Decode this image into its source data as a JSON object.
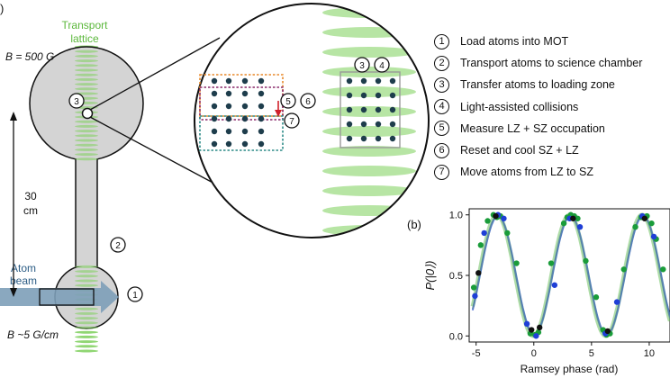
{
  "panel_a": {
    "panel_label": ")",
    "lattice_label_line1": "Transport",
    "lattice_label_line2": "lattice",
    "b_top": "B = 500 G",
    "b_bottom": "B ~5 G/cm",
    "distance_value": "30",
    "distance_unit": "cm",
    "beam_label_line1": "Atom",
    "beam_label_line2": "beam",
    "markers": {
      "mot": "1",
      "transport": "2",
      "loading": "3",
      "zoom_3": "3",
      "zoom_4": "4",
      "zoom_5": "5",
      "zoom_6": "6",
      "zoom_7": "7"
    },
    "colors": {
      "lattice_green": "#7ccf5a",
      "chamber_gray": "#d4d4d4",
      "beam_blue": "#7d9fb8",
      "atom_dark": "#1e3d4c",
      "orange_dash": "#e88a2c",
      "purple_dash": "#8a2a6a",
      "teal_dash": "#2e8c88",
      "red_arrow": "#d0202a"
    }
  },
  "legend": {
    "items": [
      {
        "num": "1",
        "text": "Load atoms into MOT"
      },
      {
        "num": "2",
        "text": "Transport atoms to science chamber"
      },
      {
        "num": "3",
        "text": "Transfer atoms to loading zone"
      },
      {
        "num": "4",
        "text": "Light-assisted collisions"
      },
      {
        "num": "5",
        "text": "Measure LZ + SZ occupation"
      },
      {
        "num": "6",
        "text": "Reset and cool SZ + LZ"
      },
      {
        "num": "7",
        "text": "Move atoms from LZ to SZ"
      }
    ]
  },
  "panel_b": {
    "panel_label": "(b)",
    "chart_data": {
      "type": "scatter",
      "xlabel": "Ramsey phase (rad)",
      "ylabel": "P(|0⟩)",
      "xlim": [
        -5.6,
        11.8
      ],
      "ylim": [
        -0.05,
        1.05
      ],
      "xticks": [
        -5,
        0,
        5,
        10
      ],
      "yticks": [
        0.0,
        0.5,
        1.0
      ],
      "xtick_labels": [
        "-5",
        "0",
        "5",
        "10"
      ],
      "ytick_labels": [
        "0.0",
        "0.5",
        "1.0"
      ],
      "fit_model": "P = 0.5 * (1 - cos(phase))",
      "series": [
        {
          "color": "#1a9c3a",
          "points": [
            [
              -5.2,
              0.4
            ],
            [
              -4.6,
              0.75
            ],
            [
              -4.0,
              0.95
            ],
            [
              -3.5,
              1.0
            ],
            [
              -3.2,
              0.98
            ],
            [
              -2.9,
              0.99
            ],
            [
              -2.3,
              0.85
            ],
            [
              -1.5,
              0.6
            ],
            [
              -0.3,
              0.02
            ],
            [
              0.1,
              0.01
            ],
            [
              0.4,
              0.03
            ],
            [
              1.5,
              0.6
            ],
            [
              2.6,
              0.93
            ],
            [
              2.9,
              0.98
            ],
            [
              3.2,
              1.0
            ],
            [
              3.5,
              0.99
            ],
            [
              3.8,
              0.97
            ],
            [
              4.5,
              0.62
            ],
            [
              5.4,
              0.32
            ],
            [
              6.0,
              0.05
            ],
            [
              6.3,
              0.01
            ],
            [
              6.6,
              0.02
            ],
            [
              7.8,
              0.55
            ],
            [
              8.8,
              0.9
            ],
            [
              9.3,
              0.98
            ],
            [
              9.8,
              0.99
            ],
            [
              10.2,
              0.93
            ],
            [
              10.6,
              0.8
            ],
            [
              11.2,
              0.55
            ]
          ]
        },
        {
          "color": "#1f3fd6",
          "points": [
            [
              -5.1,
              0.33
            ],
            [
              -4.3,
              0.85
            ],
            [
              -3.1,
              1.0
            ],
            [
              -2.6,
              0.97
            ],
            [
              -0.6,
              0.1
            ],
            [
              0.2,
              0.0
            ],
            [
              1.8,
              0.42
            ],
            [
              3.1,
              0.97
            ],
            [
              4.0,
              0.9
            ],
            [
              6.2,
              0.02
            ],
            [
              7.2,
              0.28
            ],
            [
              9.4,
              0.99
            ],
            [
              10.4,
              0.82
            ]
          ]
        },
        {
          "color": "#111111",
          "points": [
            [
              -4.8,
              0.52
            ],
            [
              -3.3,
              0.99
            ],
            [
              -0.2,
              0.05
            ],
            [
              0.5,
              0.07
            ],
            [
              3.4,
              0.97
            ],
            [
              6.4,
              0.04
            ],
            [
              9.6,
              0.97
            ]
          ]
        }
      ]
    }
  }
}
